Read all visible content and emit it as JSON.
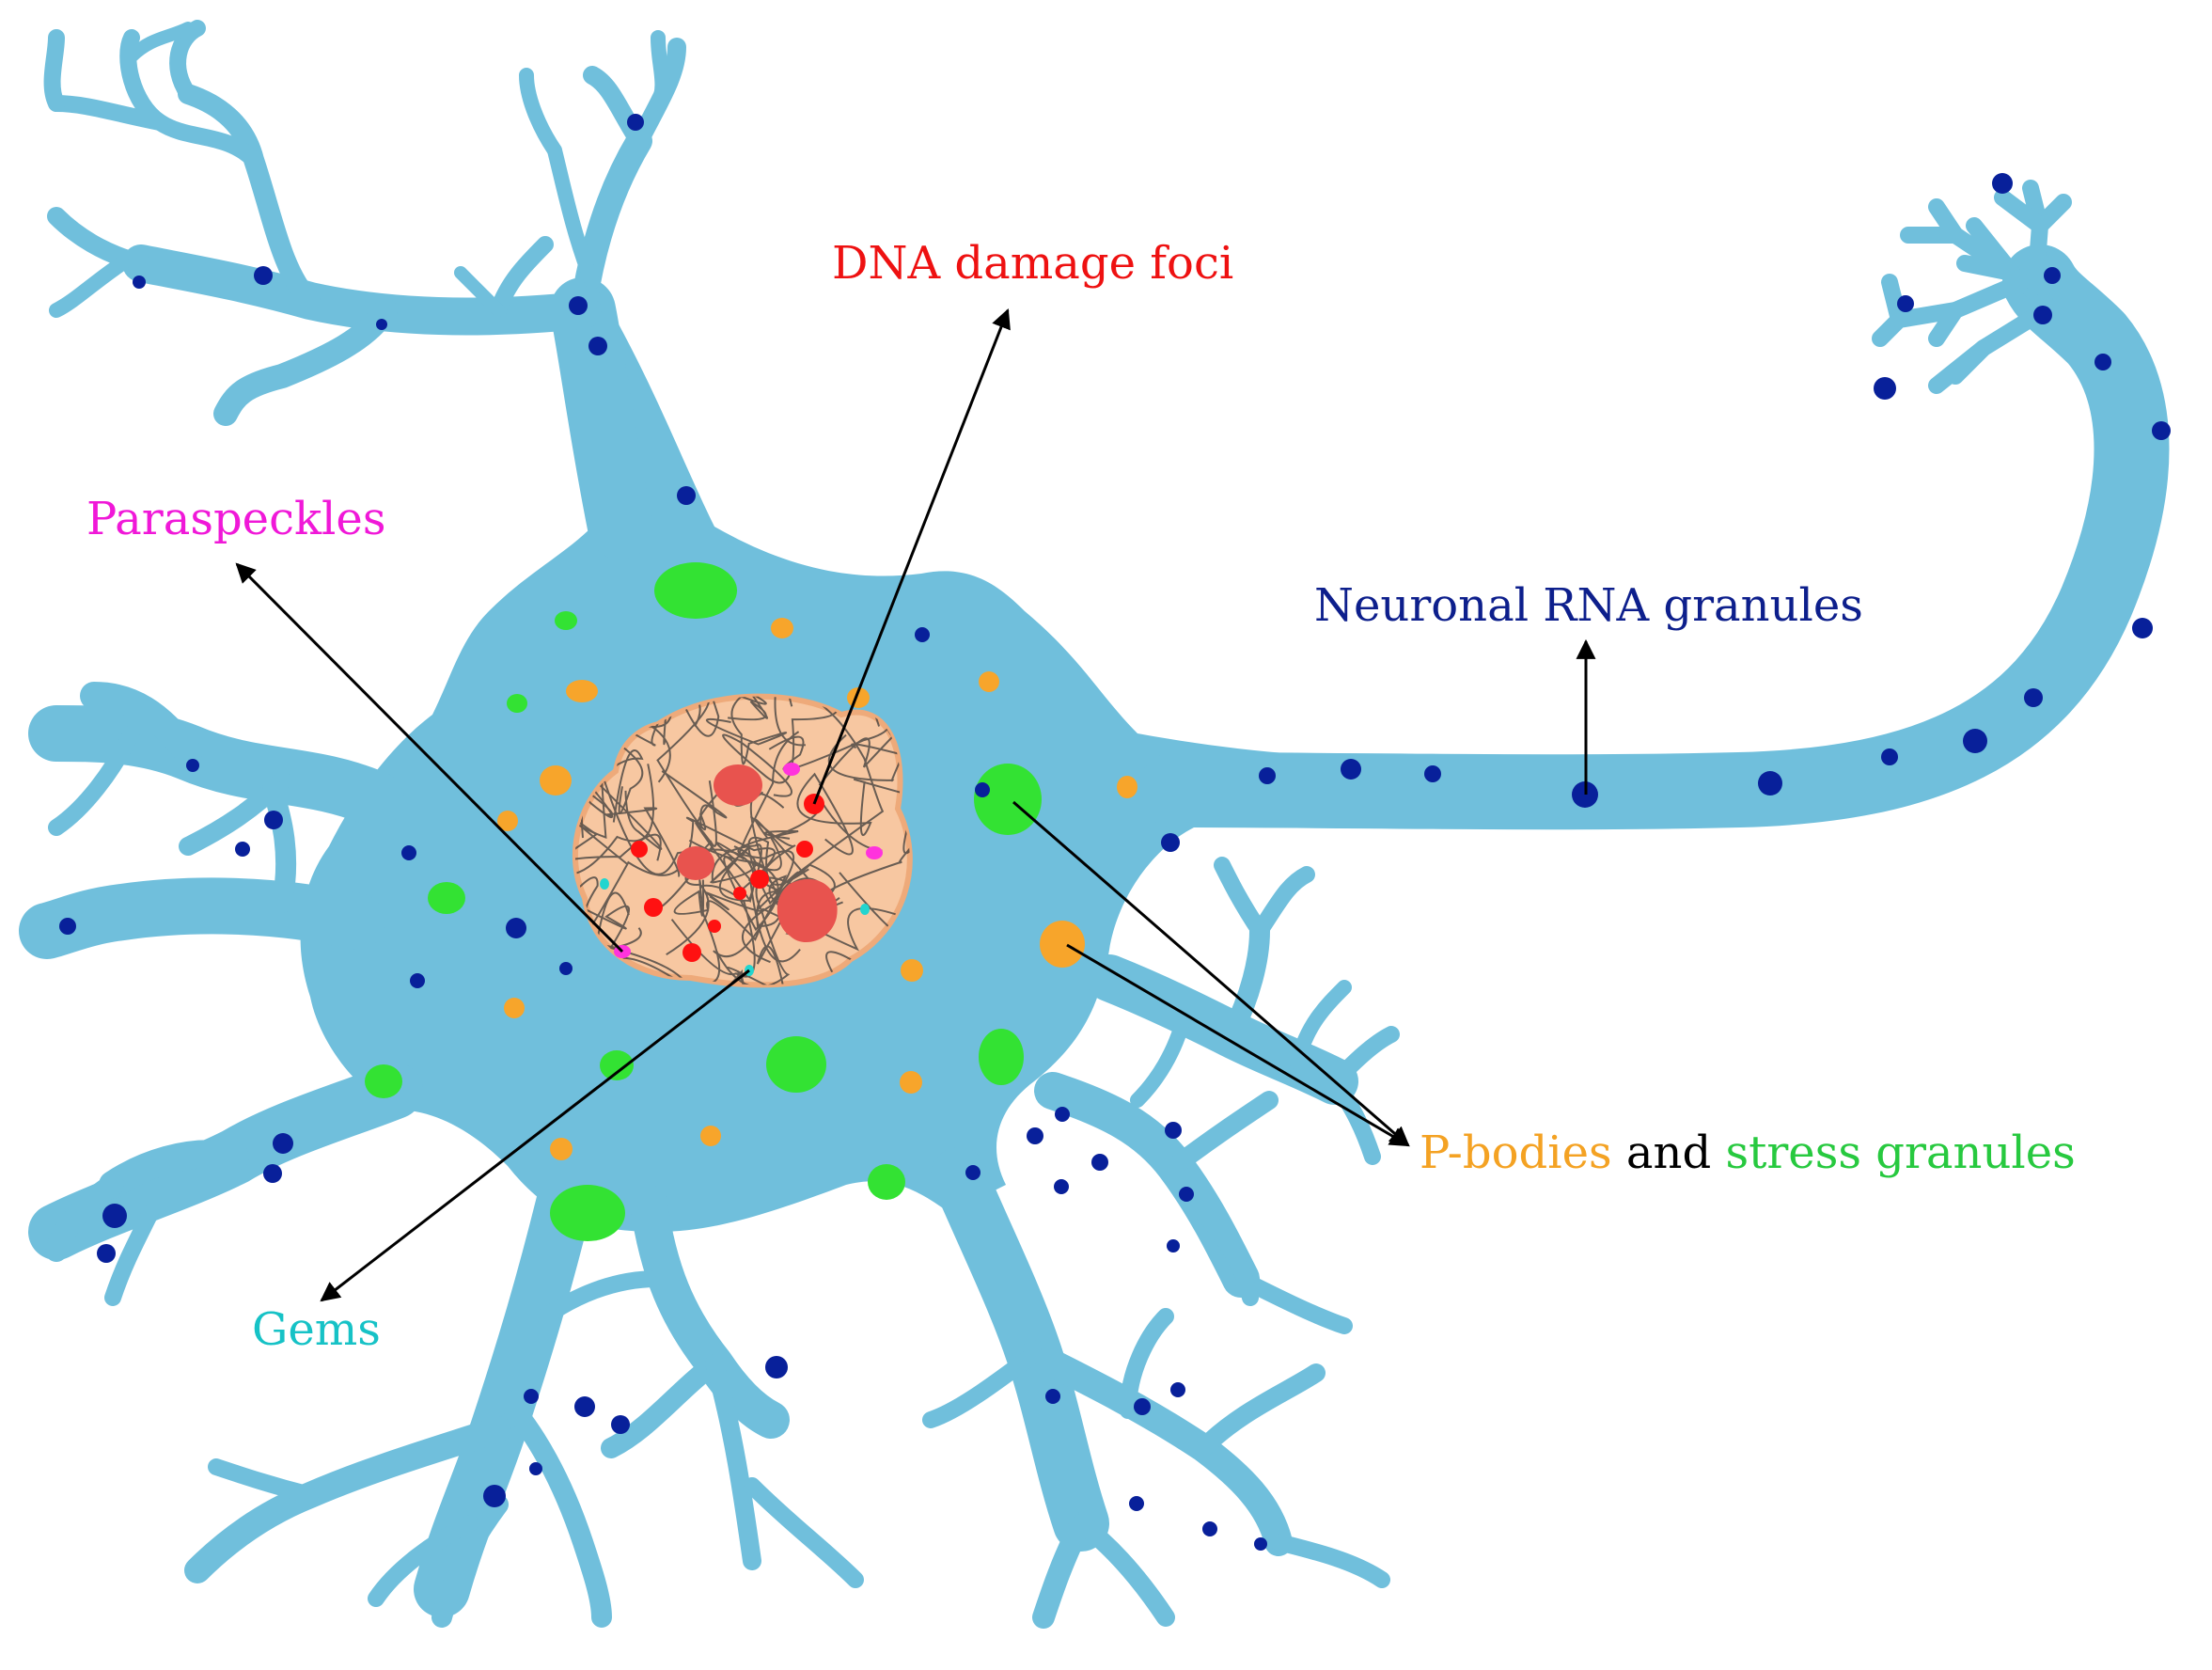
{
  "colors": {
    "cytoplasm": "#70bfdc",
    "nucleus_fill": "#f7c7a1",
    "nucleus_border": "#eeaa7a",
    "nucleolus": "#e8534e",
    "chromatin": "#3a3a3a",
    "rna_granule": "#08209a",
    "stress_granule": "#33e233",
    "p_body": "#f7a52b",
    "dna_foci": "#ff1111",
    "paraspeckle": "#ff33dd",
    "gem": "#22d5cf",
    "arrow": "#000000"
  },
  "labels": {
    "paraspeckles": {
      "text": "Paraspeckles",
      "color": "#f018d8"
    },
    "dna_damage_foci": {
      "text": "DNA damage foci",
      "color": "#ee1111"
    },
    "neuronal_rna_granules": {
      "text": "Neuronal RNA granules",
      "color": "#0d1f8c"
    },
    "p_bodies": {
      "text": "P-bodies",
      "color": "#f4a223"
    },
    "and": {
      "text": "and",
      "color": "#000000"
    },
    "stress_granules": {
      "text": "stress granules",
      "color": "#27c93f"
    },
    "gems": {
      "text": "Gems",
      "color": "#16c2c6"
    }
  }
}
